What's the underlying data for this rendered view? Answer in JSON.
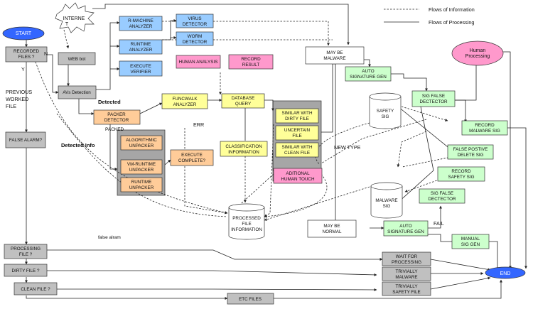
{
  "legend": {
    "info": "Flows of Information",
    "processing": "Flows of Processing"
  },
  "nodes": {
    "start": "START",
    "internet": [
      "INTERNE",
      "T"
    ],
    "recorded_files": [
      "RECORDED",
      "FILES ?"
    ],
    "web_bot": "WEB bot",
    "avs_detection": "AVs Detection",
    "r_machine_analyzer": [
      "R-MACHINE",
      "ANALYZER"
    ],
    "runtime_analyzer": [
      "RUNTIME",
      "ANALYZER"
    ],
    "execute_verifier": [
      "EXECUTE",
      "VERIFIER"
    ],
    "virus_detector": [
      "VIRUS",
      "DETECTOR"
    ],
    "worm_detector": [
      "WORM",
      "DETECTOR"
    ],
    "human_analysis": "HUMAN ANALYSIS",
    "record_result": [
      "RECORD",
      "RESULT"
    ],
    "may_be_malware": [
      "MAY BE",
      "MALWARE"
    ],
    "auto_signature_gen_top": [
      "AUTO",
      "SIGNATURE GEN"
    ],
    "human_processing": [
      "Human",
      "Processing"
    ],
    "packer_detector": [
      "PACKER",
      "DETECTOR"
    ],
    "funcwalk_analyzer": [
      "FUNCWALK",
      "ANALYZER"
    ],
    "database_query": [
      "DATABASE",
      "QUERY"
    ],
    "safety_sig": [
      "SAFETY",
      "SIG"
    ],
    "sig_false_detector_top": [
      "SIG FALSE",
      "DECTECTOR"
    ],
    "record_malware_sig": [
      "RECORD",
      "MALWARE SIG"
    ],
    "similar_dirty": [
      "SIMILAR WITH",
      "DIRTY FILE"
    ],
    "uncertain_file": [
      "UNCERTAIN",
      "FILE"
    ],
    "similar_clean": [
      "SIMILAR WITH",
      "CLEAN FILE"
    ],
    "classification_info": [
      "CLASSIFICATION",
      "INFORMATION"
    ],
    "false_positive_delete": [
      "FALSE POSTIVE",
      "DELETE SIG"
    ],
    "record_safety_sig": [
      "RECORD",
      "SAFETY SIG"
    ],
    "algorithmic_unpacker": [
      "ALGORITHMIC",
      "UNPACKER"
    ],
    "vm_runtime_unpacker": [
      "VM-RUNTIME",
      "UNPACKER"
    ],
    "runtime_unpacker": [
      "RUNTIME",
      "UNPACKER"
    ],
    "execute_complete": [
      "EXECUTE",
      "COMPLETE?"
    ],
    "false_alarm": "FALSE ALARM?",
    "aditional_human_touch": [
      "ADITIONAL",
      "HUMAN TOUCH"
    ],
    "malware_sig": [
      "MALWARE",
      "SIG"
    ],
    "sig_false_detector_bottom": [
      "SIG FALSE",
      "DECTECTOR"
    ],
    "processed_file_info": [
      "PROCESSED",
      "FILE",
      "INFORMATION"
    ],
    "may_be_normal": [
      "MAY BE",
      "NORMAL"
    ],
    "auto_signature_gen_bottom": [
      "AUTO",
      "SIGNATURE GEN"
    ],
    "manual_sig_gen": [
      "MANUAL",
      "SIG GEN"
    ],
    "processing_file": [
      "PROCESSING",
      "FILE ?"
    ],
    "dirty_file": "DIRTY FILE ?",
    "clean_file": "CLEAN FILE ?",
    "wait_for_processing": [
      "WAIT FOR",
      "PROCESSING"
    ],
    "trivially_malware": [
      "TRIVIALLY",
      "MALWARE"
    ],
    "trivially_safety_file": [
      "TRIVIALLY",
      "SAFETY FILE"
    ],
    "etc_files": "ETC FILES",
    "end": "END"
  },
  "labels": {
    "n": "N",
    "y": "Y",
    "previous_worked_file": [
      "PREVIOUS",
      "WORKED",
      "FILE"
    ],
    "detected": "Detected",
    "packed": "PACKED",
    "detected_info": "Detected Info",
    "err": "ERR",
    "new_type": "NEW TYPE",
    "false_alram": "false alram",
    "fail": "FAIL"
  },
  "colors": {
    "blue_fill": "#99ccff",
    "gray_fill": "#c0c0c0",
    "yellow_fill": "#ffff99",
    "pink_fill": "#ff99cc",
    "green_fill": "#ccffcc",
    "orange_fill": "#ffcc99",
    "ellipse_blue": "#3366ff",
    "human_processing": "#ff99cc",
    "group_gray": "#a6a6a6"
  }
}
